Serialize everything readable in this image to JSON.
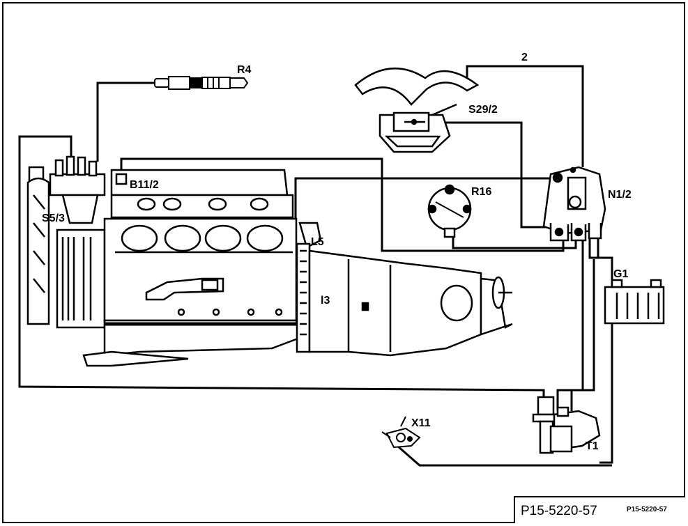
{
  "labels": {
    "r4": "R4",
    "s29_2": "S29/2",
    "wire_2": "2",
    "b11_2": "B11/2",
    "r16": "R16",
    "n1_2": "N1/2",
    "s5_3": "S5/3",
    "l5": "L5",
    "l3": "l3",
    "g1": "G1",
    "x11": "X11",
    "t1": "T1"
  },
  "footer": {
    "ref": "P15-5220-57",
    "ref_small": "P15-5220-57"
  }
}
